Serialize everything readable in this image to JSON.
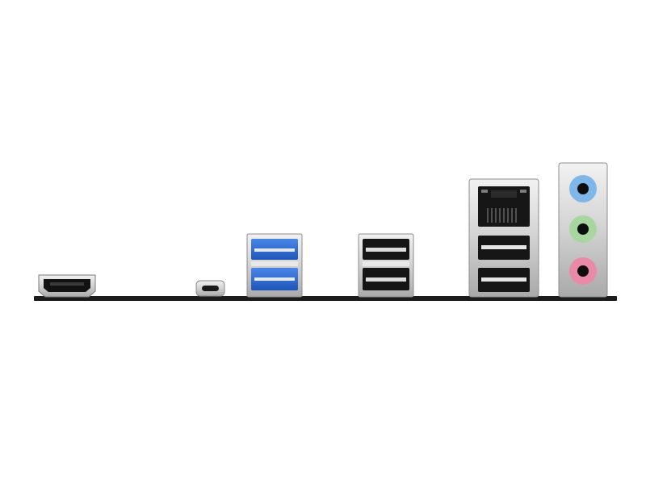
{
  "scene": {
    "subject": "motherboard-rear-io-panel",
    "background": "#ffffff"
  },
  "colors": {
    "pcb": "#1b1b1b",
    "metal_light": "#e4e4e4",
    "metal_mid": "#b9b9b9",
    "metal_dark": "#6e6e6e",
    "usb3_blue": "#2f6fd6",
    "usb2_black": "#151515",
    "audio_blue": "#7fb7e8",
    "audio_green": "#a9d6a0",
    "audio_pink": "#e98aa8",
    "jack_hole": "#0e0e0e"
  },
  "ports": [
    {
      "icon": "hdmi-port-icon"
    },
    {
      "icon": "usb-c-port-icon"
    },
    {
      "icon": "usb3-stack-icon",
      "count": 2
    },
    {
      "icon": "usb2-stack-icon",
      "count": 2
    },
    {
      "icon": "rj45-usb-combo-icon",
      "usb_count": 2
    },
    {
      "icon": "audio-jacks-icon",
      "count": 3
    }
  ]
}
